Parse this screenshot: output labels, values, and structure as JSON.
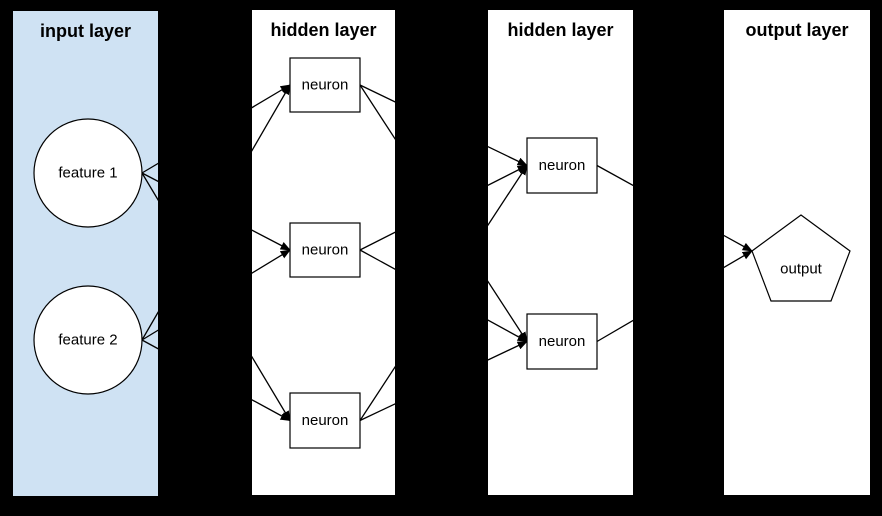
{
  "diagram": {
    "background": "#000000",
    "colors": {
      "line": "#000000",
      "node_fill": "#ffffff",
      "node_stroke": "#000000",
      "text": "#000000",
      "input_panel_bg": "#cfe2f3",
      "panel_bg": "#ffffff"
    },
    "panels": [
      {
        "id": "input",
        "title": "input layer",
        "bg": "#cfe2f3"
      },
      {
        "id": "hidden1",
        "title": "hidden layer",
        "bg": "#ffffff"
      },
      {
        "id": "hidden2",
        "title": "hidden layer",
        "bg": "#ffffff"
      },
      {
        "id": "output",
        "title": "output layer",
        "bg": "#ffffff"
      }
    ],
    "nodes": [
      {
        "id": "feature1",
        "label": "feature 1",
        "shape": "circle",
        "panel": "input"
      },
      {
        "id": "feature2",
        "label": "feature 2",
        "shape": "circle",
        "panel": "input"
      },
      {
        "id": "neuron1",
        "label": "neuron",
        "shape": "rect",
        "panel": "hidden1"
      },
      {
        "id": "neuron2",
        "label": "neuron",
        "shape": "rect",
        "panel": "hidden1"
      },
      {
        "id": "neuron3",
        "label": "neuron",
        "shape": "rect",
        "panel": "hidden1"
      },
      {
        "id": "neuron4",
        "label": "neuron",
        "shape": "rect",
        "panel": "hidden2"
      },
      {
        "id": "neuron5",
        "label": "neuron",
        "shape": "rect",
        "panel": "hidden2"
      },
      {
        "id": "output1",
        "label": "output",
        "shape": "pentagon",
        "panel": "output"
      }
    ],
    "edges": [
      {
        "from": "feature1",
        "to": "neuron1"
      },
      {
        "from": "feature1",
        "to": "neuron2"
      },
      {
        "from": "feature1",
        "to": "neuron3"
      },
      {
        "from": "feature2",
        "to": "neuron1"
      },
      {
        "from": "feature2",
        "to": "neuron2"
      },
      {
        "from": "feature2",
        "to": "neuron3"
      },
      {
        "from": "neuron1",
        "to": "neuron4"
      },
      {
        "from": "neuron1",
        "to": "neuron5"
      },
      {
        "from": "neuron2",
        "to": "neuron4"
      },
      {
        "from": "neuron2",
        "to": "neuron5"
      },
      {
        "from": "neuron3",
        "to": "neuron4"
      },
      {
        "from": "neuron3",
        "to": "neuron5"
      },
      {
        "from": "neuron4",
        "to": "output1"
      },
      {
        "from": "neuron5",
        "to": "output1"
      }
    ]
  }
}
